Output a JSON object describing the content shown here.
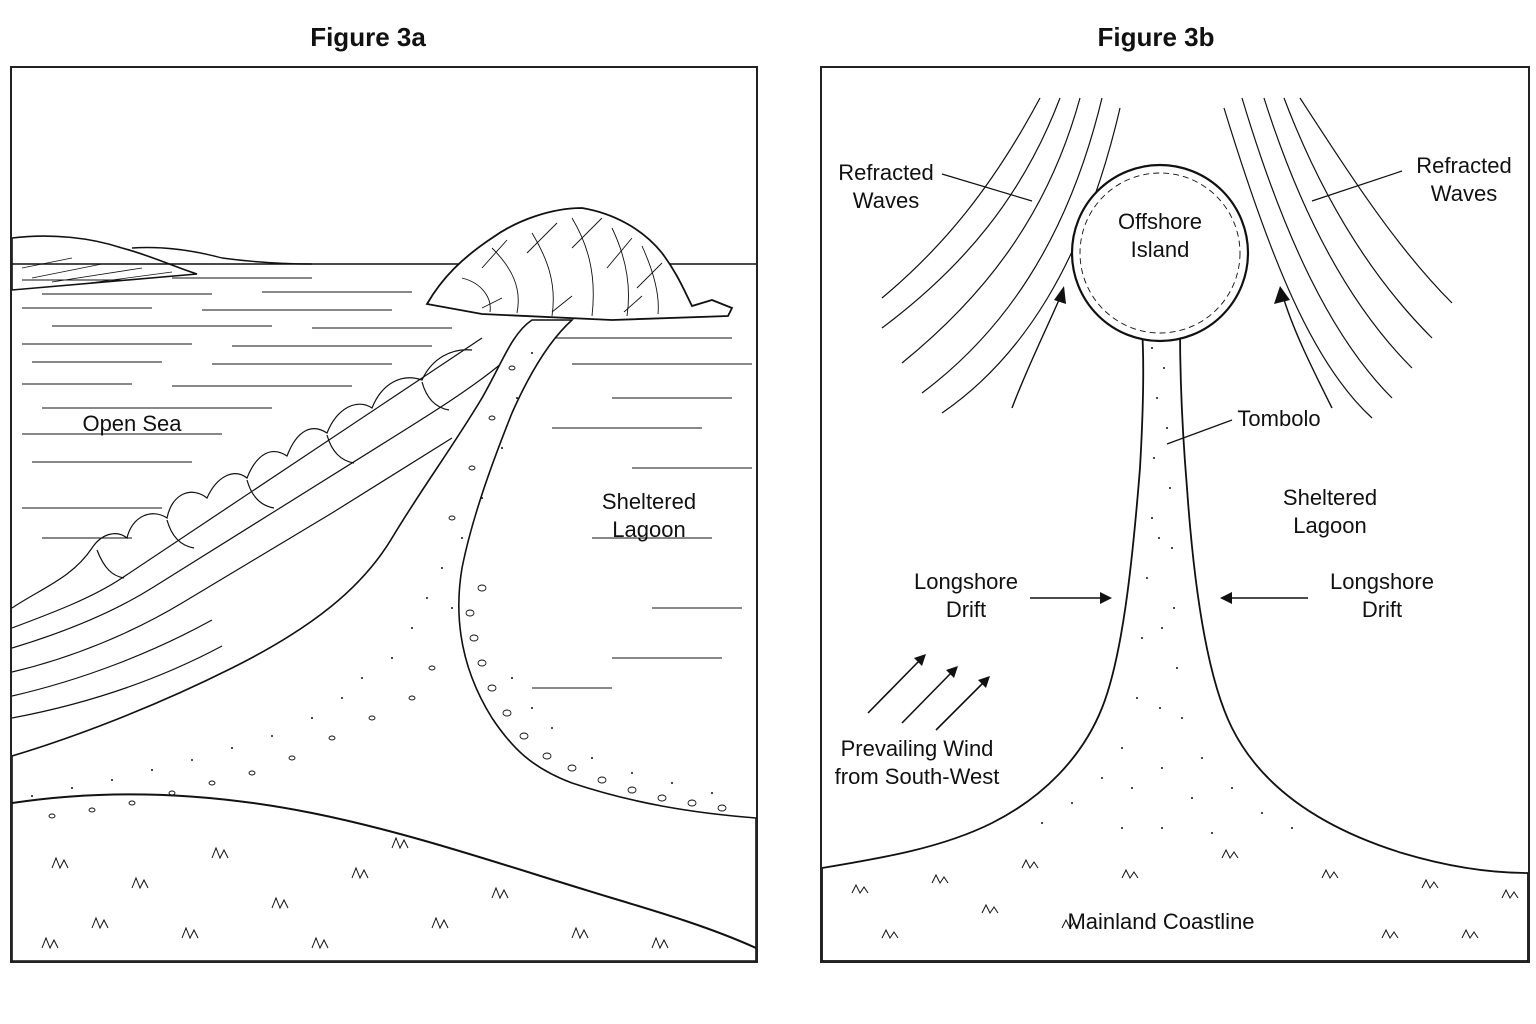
{
  "figure_a": {
    "title": "Figure 3a",
    "labels": {
      "open_sea": "Open Sea",
      "sheltered_lagoon": "Sheltered\nLagoon"
    }
  },
  "figure_b": {
    "title": "Figure 3b",
    "labels": {
      "refracted_waves_left": "Refracted\nWaves",
      "refracted_waves_right": "Refracted\nWaves",
      "offshore_island": "Offshore\nIsland",
      "tombolo": "Tombolo",
      "sheltered_lagoon": "Sheltered\nLagoon",
      "longshore_drift_left": "Longshore\nDrift",
      "longshore_drift_right": "Longshore\nDrift",
      "prevailing_wind": "Prevailing Wind\nfrom South-West",
      "mainland_coastline": "Mainland Coastline"
    }
  },
  "colors": {
    "ink": "#111111",
    "paper": "#ffffff"
  }
}
